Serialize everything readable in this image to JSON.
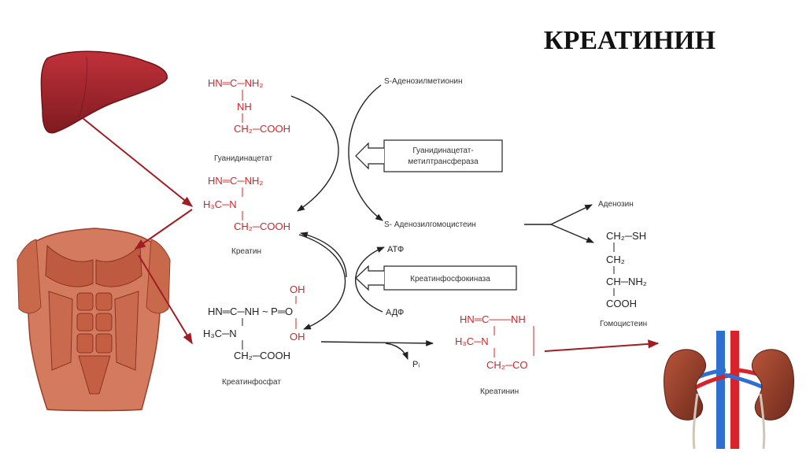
{
  "title": "КРЕАТИНИН",
  "compounds": {
    "guanidinoacetate": {
      "line1": "HN═C─NH₂",
      "line2": "NH",
      "line3": "CH₂─COOH",
      "name": "Гуанидинацетат"
    },
    "creatine": {
      "line1": "HN═C─NH₂",
      "line2": "H₃C─N",
      "line3": "CH₂─COOH",
      "name": "Креатин"
    },
    "creatine_phosphate": {
      "oh_top": "OH",
      "line1": "HN═C─NH ~ P═O",
      "oh_bottom": "OH",
      "line2": "H₃C─N",
      "line3": "CH₂─COOH",
      "name": "Креатинфосфат"
    },
    "creatinine": {
      "line1": "HN═C───NH",
      "line2": "H₃C─N",
      "line3": "CH₂─CO",
      "name": "Креатинин"
    },
    "homocysteine": {
      "line1": "CH₂─SH",
      "line2": "CH₂",
      "line3": "CH─NH₂",
      "line4": "COOH",
      "name": "Гомоцистеин"
    }
  },
  "metabolites": {
    "sam": "S-Аденозилметионин",
    "sah": "S- Аденозилгомоцистеин",
    "adenosine": "Аденозин",
    "atp": "АТФ",
    "adp": "АДФ",
    "pi": "Pᵢ"
  },
  "enzymes": {
    "gamt_line1": "Гуанидинацетат-",
    "gamt_line2": "метилтрансфераза",
    "ck": "Креатинфосфокиназа"
  },
  "colors": {
    "accent_red": "#d2262a",
    "liver": "#a8232a",
    "muscle": "#cf6f52",
    "artery": "#d8232a",
    "vein": "#2f6fd0",
    "kidney": "#8b3a2a"
  },
  "icons": [
    "liver-icon",
    "muscle-torso-icon",
    "kidneys-icon"
  ]
}
